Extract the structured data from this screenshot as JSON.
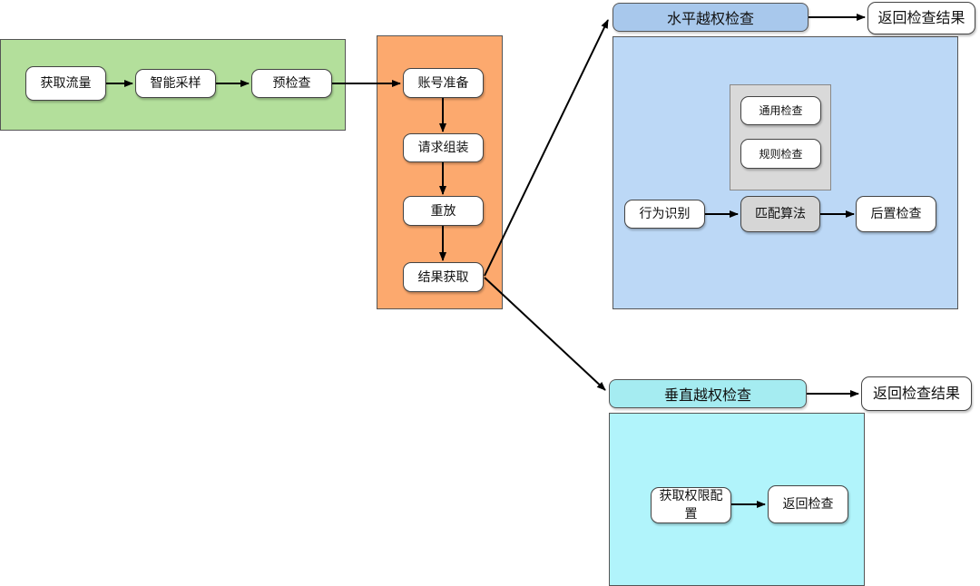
{
  "colors": {
    "collect_region": "#b3df9b",
    "replay_region": "#fca96e",
    "horizontal_region": "#bcd8f6",
    "horizontal_header": "#a8c8ec",
    "vertical_region": "#b1f4fb",
    "vertical_header": "#a5ecf1",
    "algo_region": "#d9d9d9",
    "edge": "#000000"
  },
  "collect": {
    "get_traffic": "获取流量",
    "smart_sampling": "智能采样",
    "precheck": "预检查"
  },
  "replay": {
    "account_prep": "账号准备",
    "request_assembly": "请求组装",
    "replay": "重放",
    "get_result": "结果获取"
  },
  "horizontal": {
    "title": "水平越权检查",
    "return_result": "返回检查结果",
    "general_check": "通用检查",
    "rule_check": "规则检查",
    "behavior_recognition": "行为识别",
    "matching_algorithm": "匹配算法",
    "post_check": "后置检查"
  },
  "vertical": {
    "title": "垂直越权检查",
    "return_result": "返回检查结果",
    "get_permission_config": "获取权限配置",
    "return_check": "返回检查"
  }
}
